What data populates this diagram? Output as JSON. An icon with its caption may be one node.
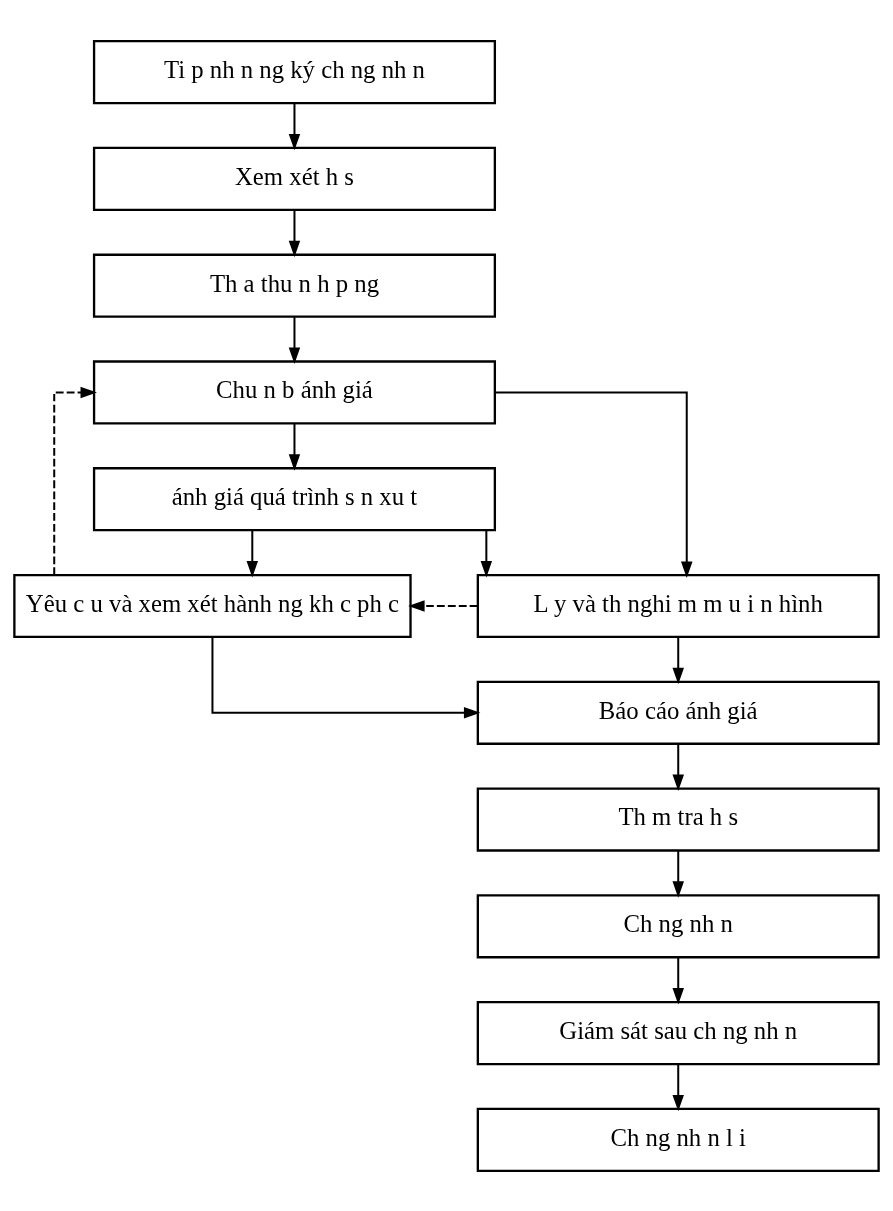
{
  "diagram": {
    "nodes": [
      {
        "text": [
          "Ti p nh n ng ký ch ng nh n"
        ]
      },
      {
        "text": [
          "Xem xét h s"
        ]
      },
      {
        "text": [
          "Th a thu n h p ng"
        ]
      },
      {
        "text": [
          "Chu n b ánh giá"
        ]
      },
      {
        "text": [
          "ánh giá quá trình s n xu t"
        ]
      },
      {
        "text": [
          "Yêu c u và xem xét hành ng kh c ph c"
        ]
      },
      {
        "text": [
          "L y và th nghi m m u i n hình"
        ]
      },
      {
        "text": [
          "Báo cáo ánh giá"
        ]
      },
      {
        "text": [
          "Th m tra h s"
        ]
      },
      {
        "text": [
          "Ch ng nh n"
        ]
      },
      {
        "text": [
          "Giám sát sau ch ng nh n"
        ]
      },
      {
        "text": [
          "Ch ng nh n l i"
        ]
      }
    ],
    "edges": [
      {
        "from": 0,
        "to": 1,
        "arrow": "to"
      },
      {
        "from": 1,
        "to": 2,
        "arrow": "to"
      },
      {
        "from": 2,
        "to": 3,
        "arrow": "to"
      },
      {
        "from": 3,
        "to": 4,
        "arrow": "to"
      },
      {
        "from": 4,
        "to": 6,
        "arrow": "to"
      },
      {
        "from": 6,
        "to": 7,
        "arrow": "to"
      },
      {
        "from": 7,
        "to": 8,
        "arrow": "to"
      },
      {
        "from": 8,
        "to": 9,
        "arrow": "to"
      },
      {
        "from": 9,
        "to": 10,
        "arrow": "to"
      },
      {
        "from": 10,
        "to": 11,
        "arrow": "to"
      },
      {
        "from": 3,
        "to": 6,
        "arrow": "to"
      },
      {
        "from": 4,
        "to": 5,
        "arrow": "to"
      },
      {
        "from": 6,
        "to": 5,
        "arrow": "to",
        "style": "dashed"
      },
      {
        "from": 5,
        "to": 3,
        "arrow": "to",
        "style": "dashed"
      },
      {
        "from": 5,
        "to": 7,
        "arrow": "to"
      }
    ]
  }
}
